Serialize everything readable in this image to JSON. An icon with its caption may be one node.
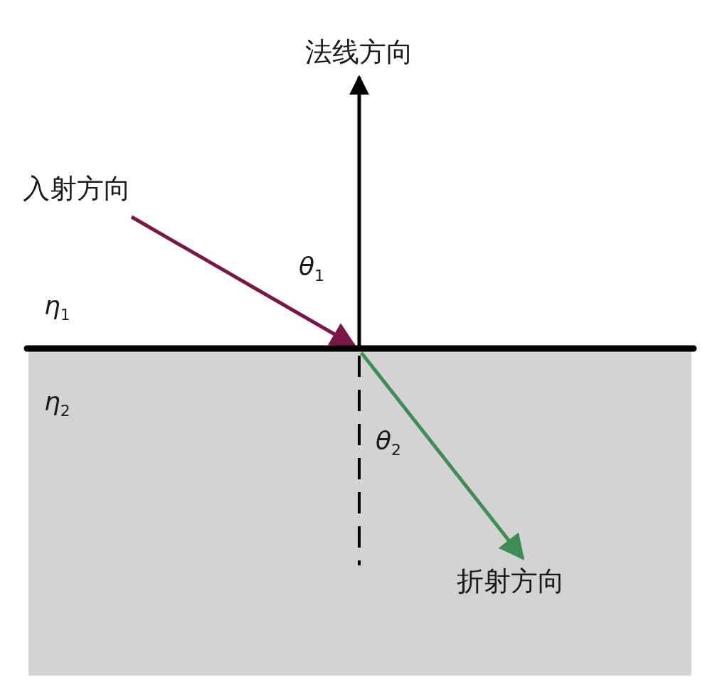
{
  "diagram": {
    "nodes": [
      {
        "text": [
          "法线方向"
        ]
      },
      {
        "text": [
          "入射方向"
        ]
      },
      {
        "text": [
          "折射方向"
        ]
      }
    ],
    "edges": [
      {
        "from": null,
        "to": 0,
        "arrow": "to"
      },
      {
        "from": 1,
        "to": null,
        "arrow": "to",
        "color": "#7b1648"
      },
      {
        "from": null,
        "to": 2,
        "arrow": "to",
        "color": "#3e8d52"
      }
    ],
    "labels": [
      "*θ*$_{1}$",
      "*η*$_{1}$",
      "*η*$_{2}$",
      "*θ*$_{2}$"
    ]
  }
}
